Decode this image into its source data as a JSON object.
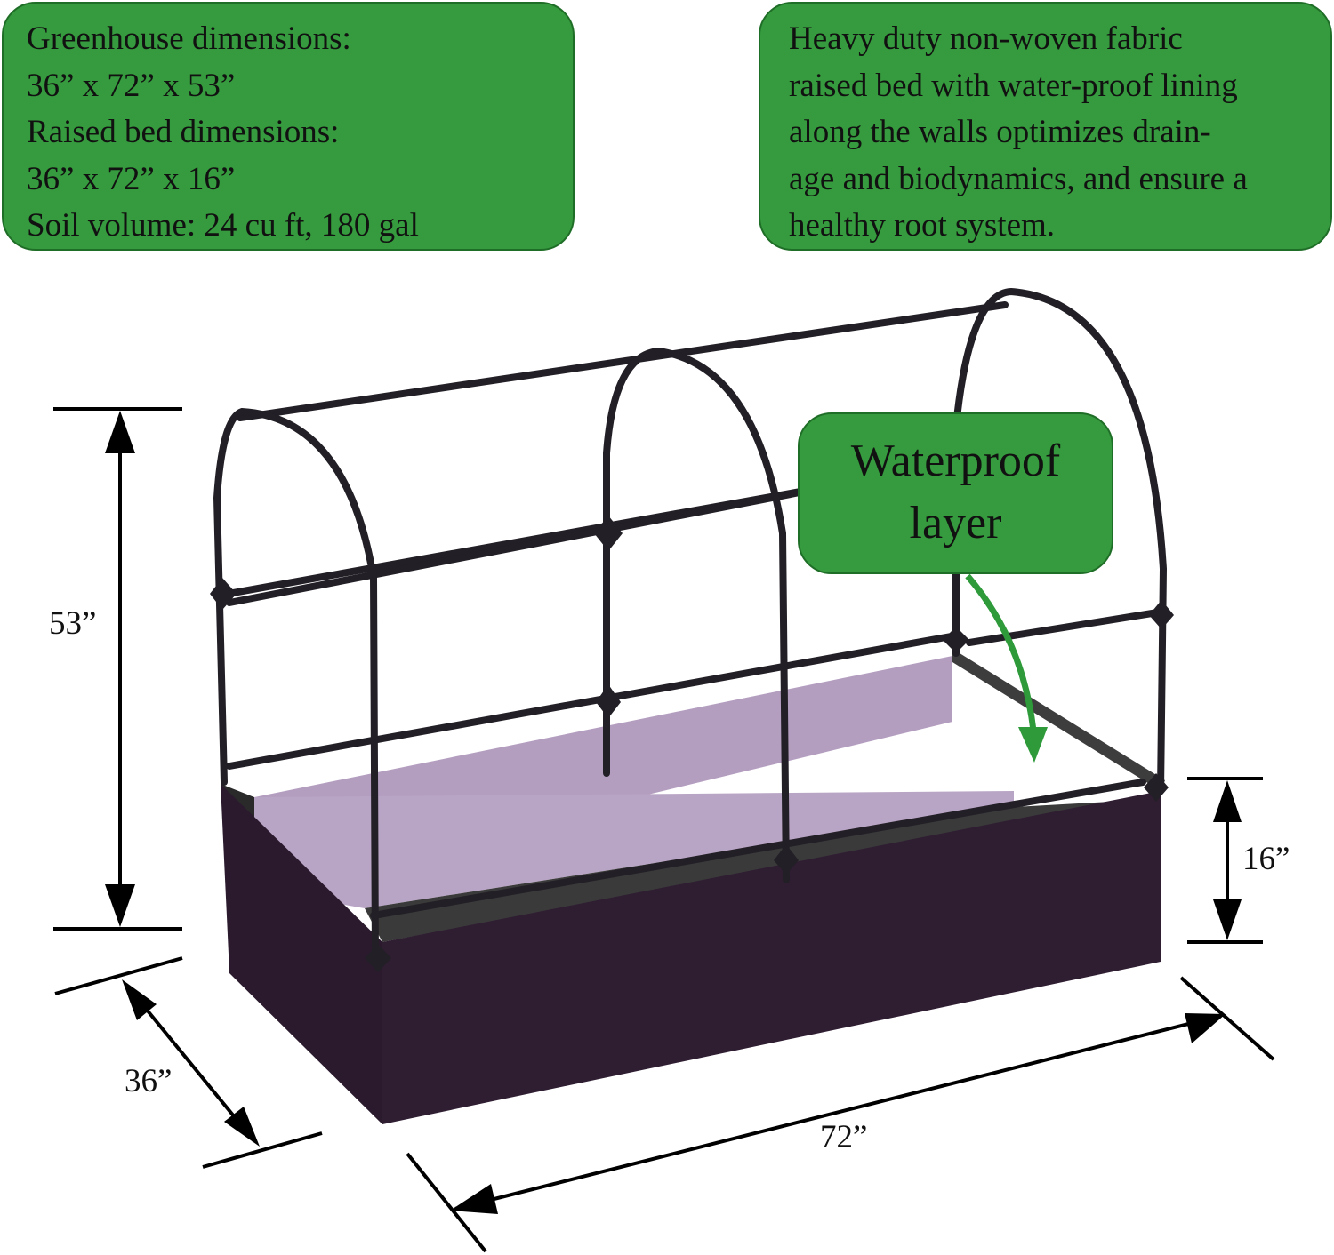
{
  "callouts": {
    "dimensions": [
      "Greenhouse dimensions:",
      "36” x 72” x 53”",
      "Raised bed dimensions:",
      "36” x 72” x 16”",
      "Soil volume: 24 cu ft, 180 gal"
    ],
    "fabric": [
      "Heavy duty non-woven fabric",
      "raised bed with water-proof lining",
      "along the walls optimizes drain-",
      "age and biodynamics, and ensure a",
      "healthy root system."
    ],
    "waterproof": [
      "Waterproof",
      "layer"
    ]
  },
  "dimension_labels": {
    "height_total": "53”",
    "height_bed": "16”",
    "width": "36”",
    "length": "72”"
  },
  "colors": {
    "callout_green": "#369a3e",
    "frame": "#231f26",
    "bed_fabric": "#2d1c30",
    "lining": "#b49ec0",
    "arrow_green": "#2e9a3a"
  }
}
